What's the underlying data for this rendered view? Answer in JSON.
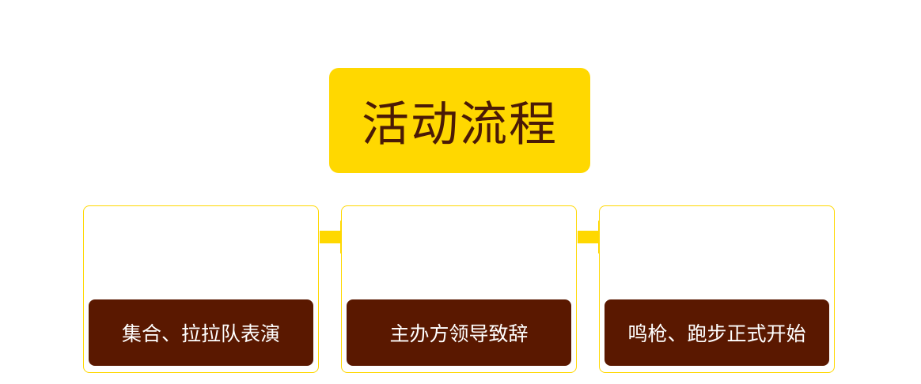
{
  "title": "活动流程",
  "steps": [
    {
      "label": "集合、拉拉队表演"
    },
    {
      "label": "主办方领导致辞"
    },
    {
      "label": "鸣枪、跑步正式开始"
    }
  ],
  "colors": {
    "accent": "#FFD800",
    "title_text": "#4A1A06",
    "step_fill": "#5A1800",
    "step_text": "#FFFFFF",
    "background": "#FFFFFF"
  },
  "icons": {
    "connector": "arrow-right-icon"
  }
}
